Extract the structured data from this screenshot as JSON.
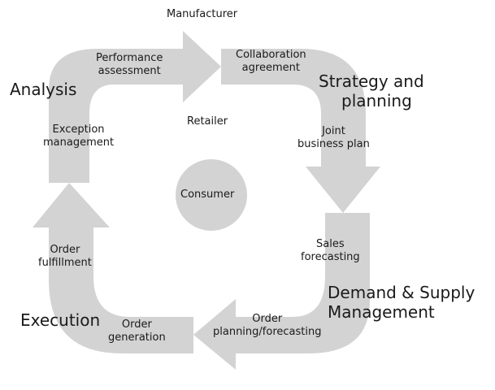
{
  "colors": {
    "arrow_fill": "#d3d3d3",
    "circle_fill": "#d3d3d3",
    "text": "#1a1a1a"
  },
  "labels": {
    "manufacturer": "Manufacturer",
    "retailer": "Retailer",
    "consumer": "Consumer",
    "analysis": "Analysis",
    "strategy_line1": "Strategy and",
    "strategy_line2": "planning",
    "demand_line1": "Demand & Supply",
    "demand_line2": "Management",
    "execution": "Execution"
  },
  "steps": {
    "performance_assessment": [
      "Performance",
      "assessment"
    ],
    "collaboration_agreement": [
      "Collaboration",
      "agreement"
    ],
    "joint_business_plan": [
      "Joint",
      "business plan"
    ],
    "sales_forecasting": [
      "Sales",
      "forecasting"
    ],
    "order_planning": [
      "Order",
      "planning/forecasting"
    ],
    "order_generation": [
      "Order",
      "generation"
    ],
    "order_fulfillment": [
      "Order",
      "fulfillment"
    ],
    "exception_management": [
      "Exception",
      "management"
    ]
  }
}
